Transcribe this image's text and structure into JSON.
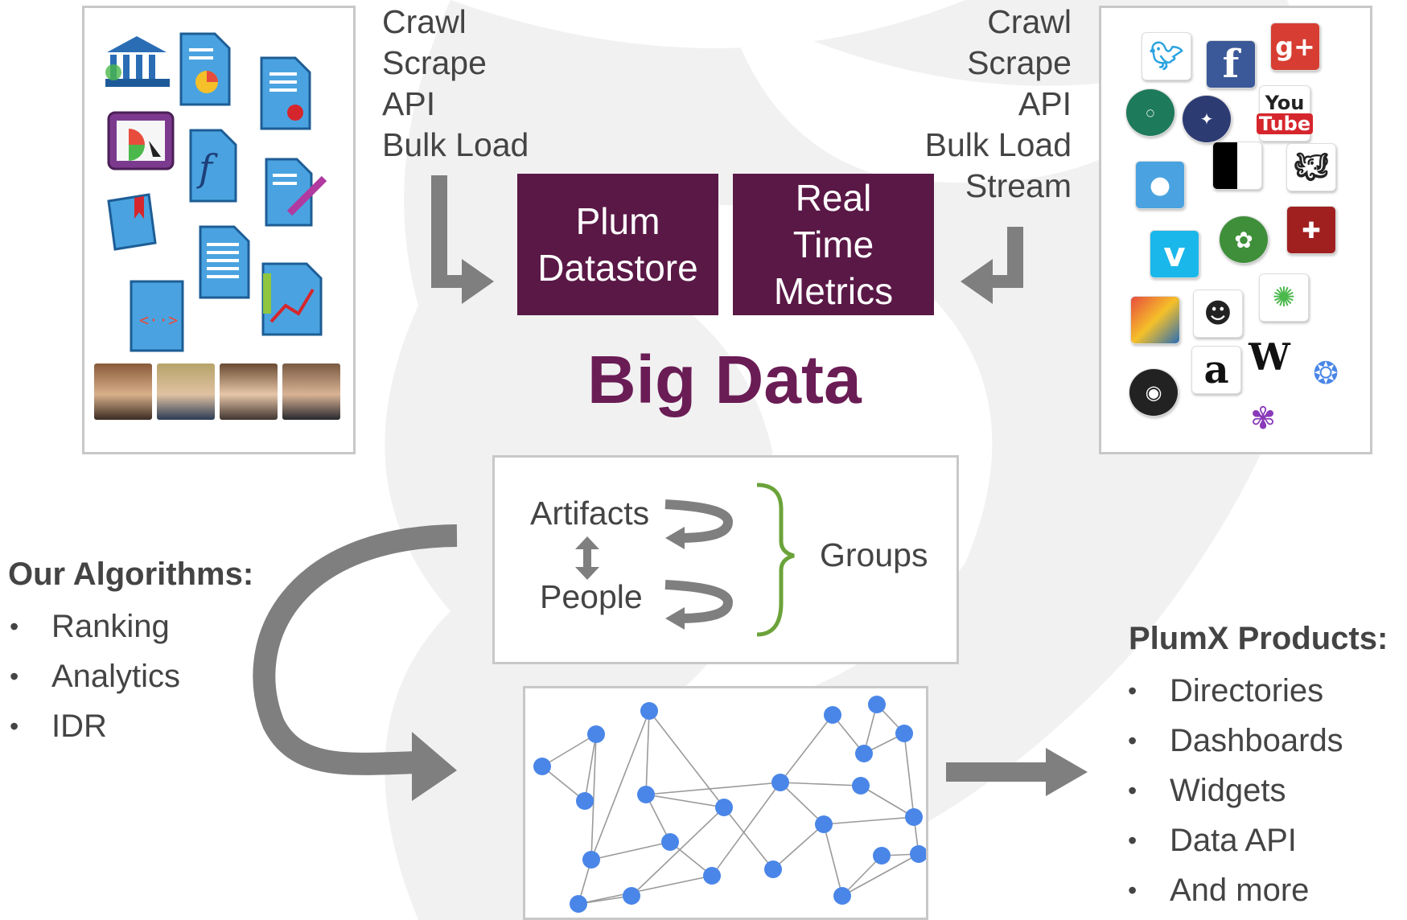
{
  "left_methods": [
    "Crawl",
    "Scrape",
    "API",
    "Bulk Load"
  ],
  "right_methods": [
    "Crawl",
    "Scrape",
    "API",
    "Bulk Load",
    "Stream"
  ],
  "plum_datastore": [
    "Plum",
    "Datastore"
  ],
  "real_time_metrics": [
    "Real",
    "Time",
    "Metrics"
  ],
  "big_data": "Big Data",
  "middle": {
    "artifacts": "Artifacts",
    "people": "People",
    "groups": "Groups"
  },
  "algorithms": {
    "heading": "Our  Algorithms:",
    "items": [
      "Ranking",
      "Analytics",
      "IDR"
    ]
  },
  "products": {
    "heading": "PlumX Products:",
    "items": [
      "Directories",
      "Dashboards",
      "Widgets",
      "Data API",
      "And more"
    ]
  },
  "logos": {
    "google_plus": "g+",
    "youtube": [
      "You",
      "Tube"
    ],
    "wikipedia": "W",
    "amazon": "a",
    "facebook": "f",
    "vimeo": "v"
  },
  "colors": {
    "purple": "#5a1846",
    "big_data": "#6a1c55",
    "arrow_gray": "#7f7f7f",
    "bracket_green": "#6ba33a",
    "node_blue": "#4a86e8"
  }
}
